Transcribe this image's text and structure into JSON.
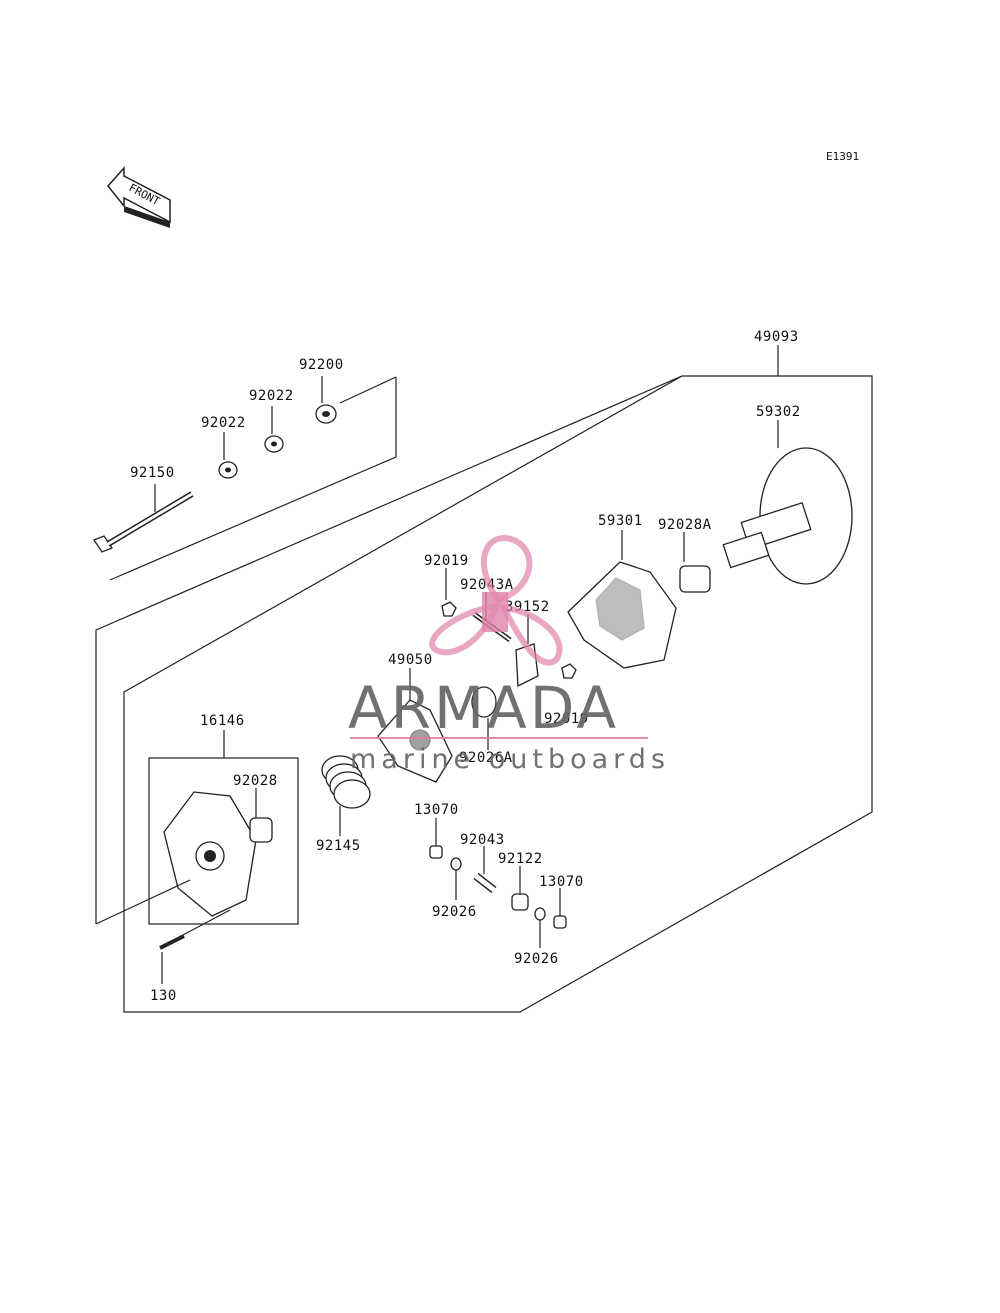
{
  "diagram": {
    "code": "E1391",
    "front_label": "FRONT",
    "watermark": {
      "title": "ARMADA",
      "subtitle": "marine outboards",
      "accent_color": "#e07fa8",
      "text_color": "#666666"
    },
    "parts": [
      {
        "id": "49093"
      },
      {
        "id": "59302"
      },
      {
        "id": "92200"
      },
      {
        "id": "92022a",
        "label": "92022"
      },
      {
        "id": "92022b",
        "label": "92022"
      },
      {
        "id": "92150"
      },
      {
        "id": "59301"
      },
      {
        "id": "92028A"
      },
      {
        "id": "92019a",
        "label": "92019"
      },
      {
        "id": "92043A"
      },
      {
        "id": "39152"
      },
      {
        "id": "49050"
      },
      {
        "id": "92019b",
        "label": "92019"
      },
      {
        "id": "92026A"
      },
      {
        "id": "16146"
      },
      {
        "id": "92028"
      },
      {
        "id": "92145"
      },
      {
        "id": "13070a",
        "label": "13070"
      },
      {
        "id": "92043"
      },
      {
        "id": "92122"
      },
      {
        "id": "13070b",
        "label": "13070"
      },
      {
        "id": "92026a",
        "label": "92026"
      },
      {
        "id": "92026b",
        "label": "92026"
      },
      {
        "id": "130"
      }
    ]
  }
}
